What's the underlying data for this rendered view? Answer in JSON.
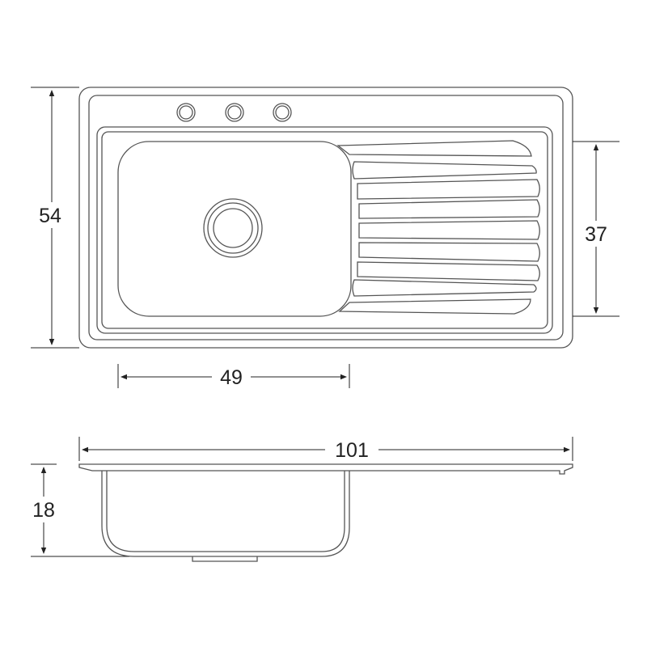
{
  "dimensions": {
    "height": "54",
    "drainboard_height": "37",
    "bowl_width": "49",
    "overall_width": "101",
    "depth": "18"
  },
  "colors": {
    "outline": "#555555",
    "dimension": "#222222",
    "background": "#ffffff"
  }
}
